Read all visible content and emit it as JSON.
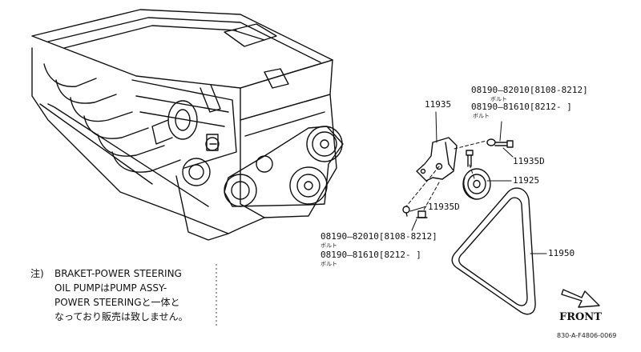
{
  "parts": {
    "bracket": "11935",
    "bolt_nut_upper": "11935D",
    "idler_pulley": "11925",
    "bolt_nut_lower": "11935D",
    "belt": "11950"
  },
  "bolts_upper": {
    "line1": "08190–82010[8108-8212]",
    "line1_sub": "ボルト",
    "line2": "08190–81610[8212-     ]",
    "line2_sub": "ボルト"
  },
  "bolts_lower": {
    "line1": "08190–82010[8108-8212]",
    "line1_sub": "ボルト",
    "line2": "08190–81610[8212-     ]",
    "line2_sub": "ボルト"
  },
  "note": {
    "marker": "注)",
    "line1": "BRAKET-POWER STEERING",
    "line2": "OIL PUMPはPUMP ASSY-",
    "line3": "POWER STEERINGと一体と",
    "line4": "なっており販売は致しません。"
  },
  "front_label": "FRONT",
  "figure_code": "830-A-F4806-0069"
}
